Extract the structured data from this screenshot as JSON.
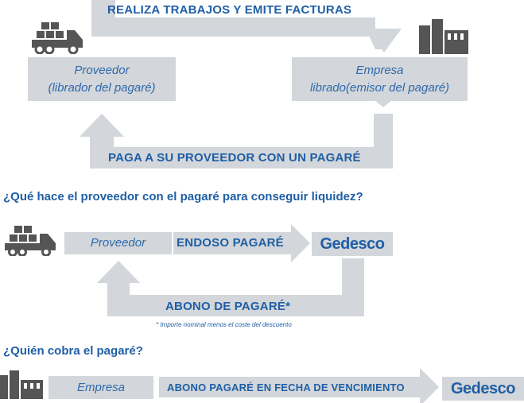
{
  "colors": {
    "arrow": "#d3d6da",
    "text": "#1f5fa6",
    "icon": "#555555"
  },
  "cycle": {
    "top_label": "REALIZA TRABAJOS Y EMITE FACTURAS",
    "bottom_label": "PAGA A SU PROVEEDOR CON UN PAGARÉ",
    "supplier_line1": "Proveedor",
    "supplier_line2": "(librador del pagaré)",
    "company_line1": "Empresa",
    "company_line2": "librado(emisor del pagaré)"
  },
  "section2": {
    "question": "¿Qué hace el proveedor con el pagaré para conseguir liquidez?",
    "supplier_label": "Proveedor",
    "endorse_label": "ENDOSO PAGARÉ",
    "logo_text": "Gedesco",
    "payment_label": "ABONO DE PAGARÉ*",
    "footnote": "* Importe nominal menos el coste del descuento"
  },
  "section3": {
    "question": "¿Quién cobra el pagaré?",
    "company_label": "Empresa",
    "payment_label": "ABONO PAGARÉ EN FECHA DE VENCIMIENTO",
    "logo_text": "Gedesco"
  },
  "icons": [
    "truck-icon",
    "factory-icon"
  ]
}
